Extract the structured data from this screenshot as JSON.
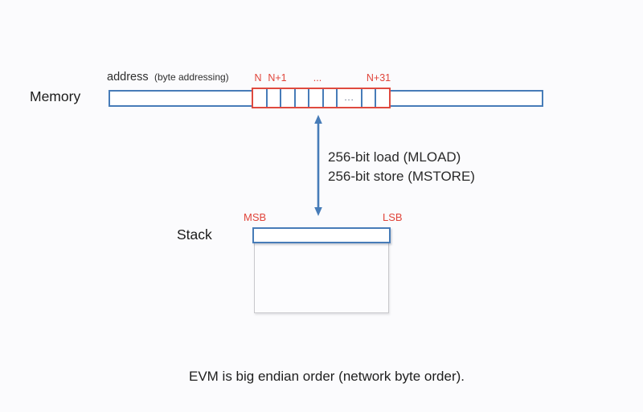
{
  "memory": {
    "label": "Memory",
    "address_label": "address",
    "address_note": "(byte addressing)",
    "byte_labels": {
      "first": "N",
      "second": "N+1",
      "middle": "...",
      "last": "N+31"
    },
    "cell_ellipsis": "..."
  },
  "transfer": {
    "line1": "256-bit load (MLOAD)",
    "line2": "256-bit store (MSTORE)"
  },
  "stack": {
    "label": "Stack",
    "msb": "MSB",
    "lsb": "LSB"
  },
  "caption": "EVM is big endian order (network byte order).",
  "colors": {
    "blue": "#477cb8",
    "red": "#df4a3f",
    "label_red": "#e0443a",
    "text": "#212121",
    "gray_border": "#c8c8cc",
    "background": "#fbfbfd"
  }
}
